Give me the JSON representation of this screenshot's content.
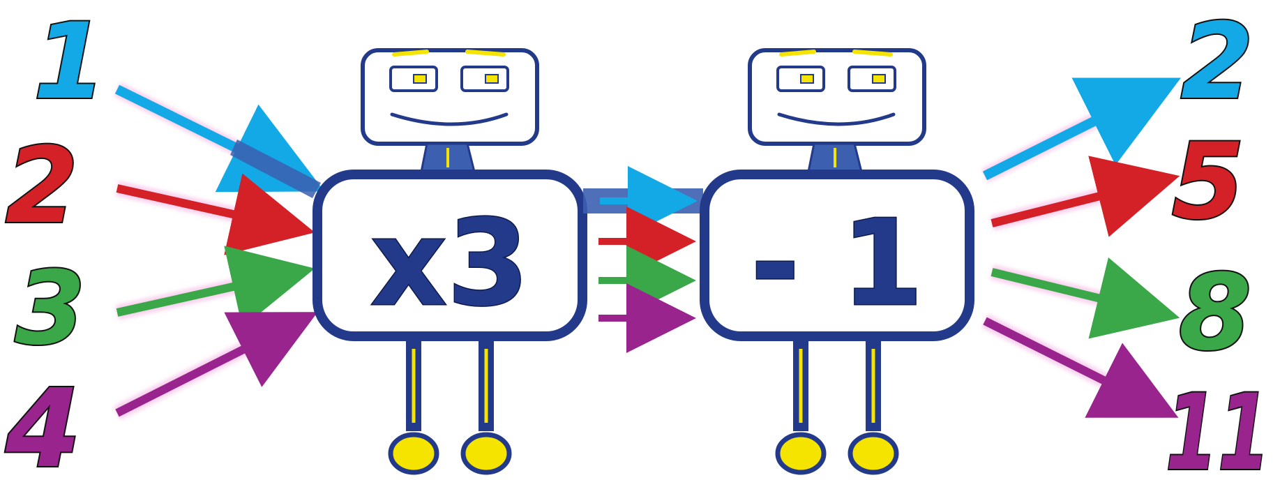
{
  "colors": {
    "blue": "#12a9e6",
    "red": "#d42027",
    "green": "#3aa748",
    "purple": "#9a248e",
    "machine_border": "#233a8a",
    "leg_accent": "#f5e300",
    "glow": "#f6b5e4"
  },
  "inputs": [
    {
      "value": "1",
      "color": "blue"
    },
    {
      "value": "2",
      "color": "red"
    },
    {
      "value": "3",
      "color": "green"
    },
    {
      "value": "4",
      "color": "purple"
    }
  ],
  "machines": [
    {
      "operation": "x3"
    },
    {
      "operation": "- 1"
    }
  ],
  "outputs": [
    {
      "value": "2",
      "color": "blue"
    },
    {
      "value": "5",
      "color": "red"
    },
    {
      "value": "8",
      "color": "green"
    },
    {
      "value": "11",
      "color": "purple"
    }
  ]
}
